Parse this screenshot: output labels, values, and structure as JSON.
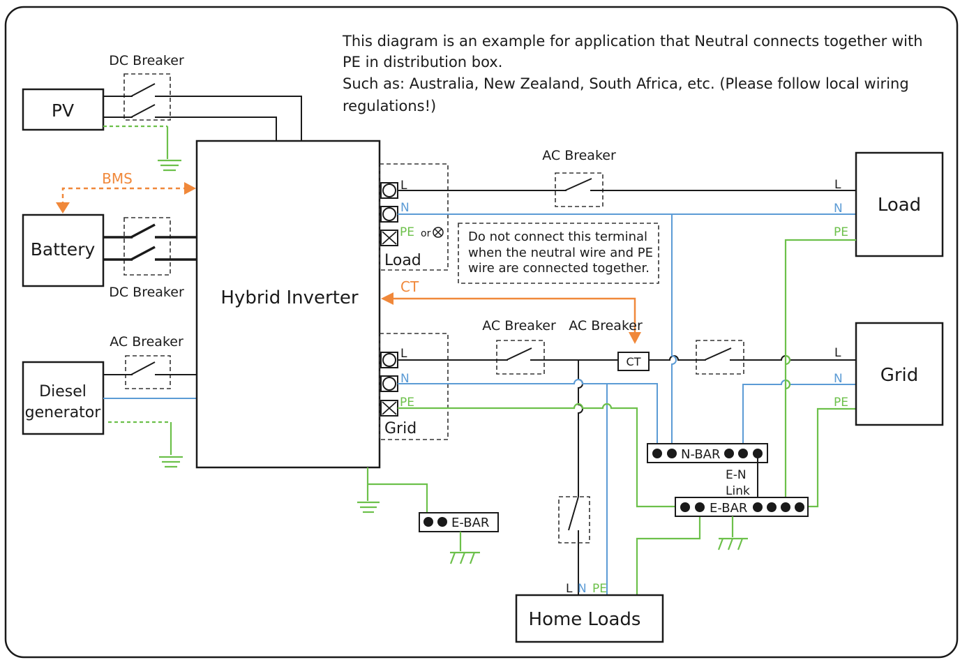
{
  "note": {
    "line1": "This diagram is an example for application that Neutral connects together with",
    "line2": "PE in distribution box.",
    "line3": "Such as: Australia, New Zealand, South Africa, etc. (Please follow local wiring",
    "line4": "regulations!)"
  },
  "components": {
    "pv": "PV",
    "battery": "Battery",
    "diesel_line1": "Diesel",
    "diesel_line2": "generator",
    "inverter": "Hybrid Inverter",
    "load": "Load",
    "grid": "Grid",
    "home_loads": "Home Loads",
    "ct_box": "CT"
  },
  "labels": {
    "dc_breaker_pv": "DC Breaker",
    "dc_breaker_battery": "DC Breaker",
    "ac_breaker_diesel": "AC Breaker",
    "ac_breaker_load": "AC Breaker",
    "ac_breaker_grid1": "AC Breaker",
    "ac_breaker_grid2": "AC Breaker",
    "bms": "BMS",
    "ct": "CT",
    "load_port": "Load",
    "grid_port": "Grid",
    "or_text": "or",
    "e_n_link_1": "E-N",
    "e_n_link_2": "Link",
    "n_bar": "N-BAR",
    "e_bar_main": "E-BAR",
    "e_bar_inverter": "E-BAR"
  },
  "warning": {
    "line1": "Do not connect this terminal",
    "line2": "when the neutral wire and PE",
    "line3": "wire are connected together."
  },
  "terminals": {
    "L": "L",
    "N": "N",
    "PE": "PE"
  },
  "colors": {
    "live": "#1a1a1a",
    "neutral": "#5b9bd5",
    "earth": "#6cc04a",
    "signal": "#f0883a"
  }
}
